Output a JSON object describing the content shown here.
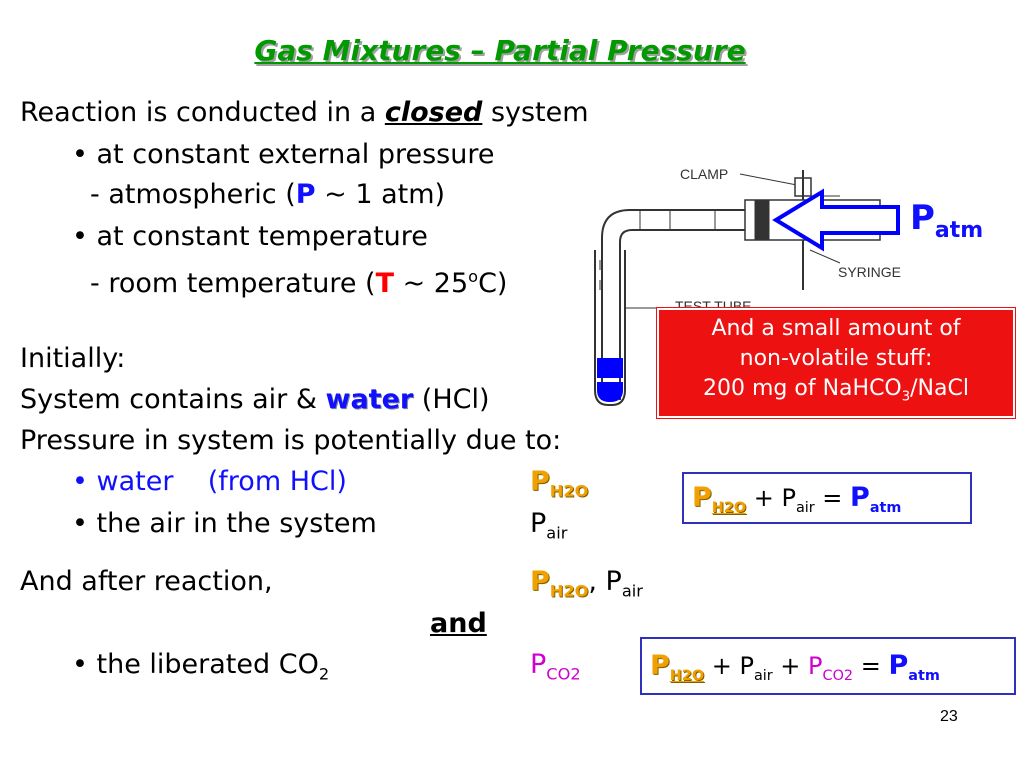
{
  "title": "Gas Mixtures – Partial Pressure",
  "intro": {
    "pre": "Reaction is conducted in a ",
    "emph": "closed",
    "post": " system"
  },
  "conditions": {
    "pressure": "• at constant external pressure",
    "atm_pre": "- atmospheric (",
    "atm_sym": "P",
    "atm_post": " ~ 1 atm)",
    "temperature": "• at constant temperature",
    "room_pre": "- room temperature (",
    "room_sym": "T",
    "room_mid": " ~ 25",
    "room_sup": "o",
    "room_post": "C)"
  },
  "initially": "Initially:",
  "contains": {
    "pre": "System contains air & ",
    "water": "water",
    "post": " (HCl)"
  },
  "potential": "Pressure in system is potentially due to:",
  "items": {
    "water_label": "• water    (from HCl)",
    "water_sym": "P",
    "water_sub": "H2O",
    "air_label": "• the air in the system",
    "air_sym": "P",
    "air_sub": "air"
  },
  "after": {
    "label": "And after reaction,",
    "p1": "P",
    "p1_sub": "H2O",
    "sep": ", P",
    "p2_sub": "air"
  },
  "and_word": "and",
  "co2": {
    "label": "• the liberated CO",
    "label_sub": "2",
    "sym": "P",
    "sub": "CO2"
  },
  "equation1": {
    "p1": "P",
    "p1_sub": "H2O",
    "plus": " + P",
    "p2_sub": "air",
    "eq": " =  ",
    "p3": "P",
    "p3_sub": "atm"
  },
  "equation2": {
    "p1": "P",
    "p1_sub": "H2O",
    "plus1": " + P",
    "p2_sub": "air",
    "plus2": " + ",
    "p3": "P",
    "p3_sub": "CO2",
    "eq": " = ",
    "p4": "P",
    "p4_sub": "atm"
  },
  "patm_label": {
    "sym": "P",
    "sub": "atm"
  },
  "note": {
    "line1": "And a small amount of",
    "line2": "non-volatile stuff:",
    "line3_pre": "200 mg of NaHCO",
    "line3_sub": "3",
    "line3_post": "/NaCl"
  },
  "diagram": {
    "clamp": "CLAMP",
    "syringe": "SYRINGE",
    "test_tube": "TEST TUBE"
  },
  "colors": {
    "title": "#009900",
    "blue": "#1010ff",
    "red": "#ff0000",
    "gold": "#f0a000",
    "magenta": "#d000d0",
    "note_bg": "#ee1111",
    "box_border": "#3030c0"
  },
  "page_number": "23"
}
